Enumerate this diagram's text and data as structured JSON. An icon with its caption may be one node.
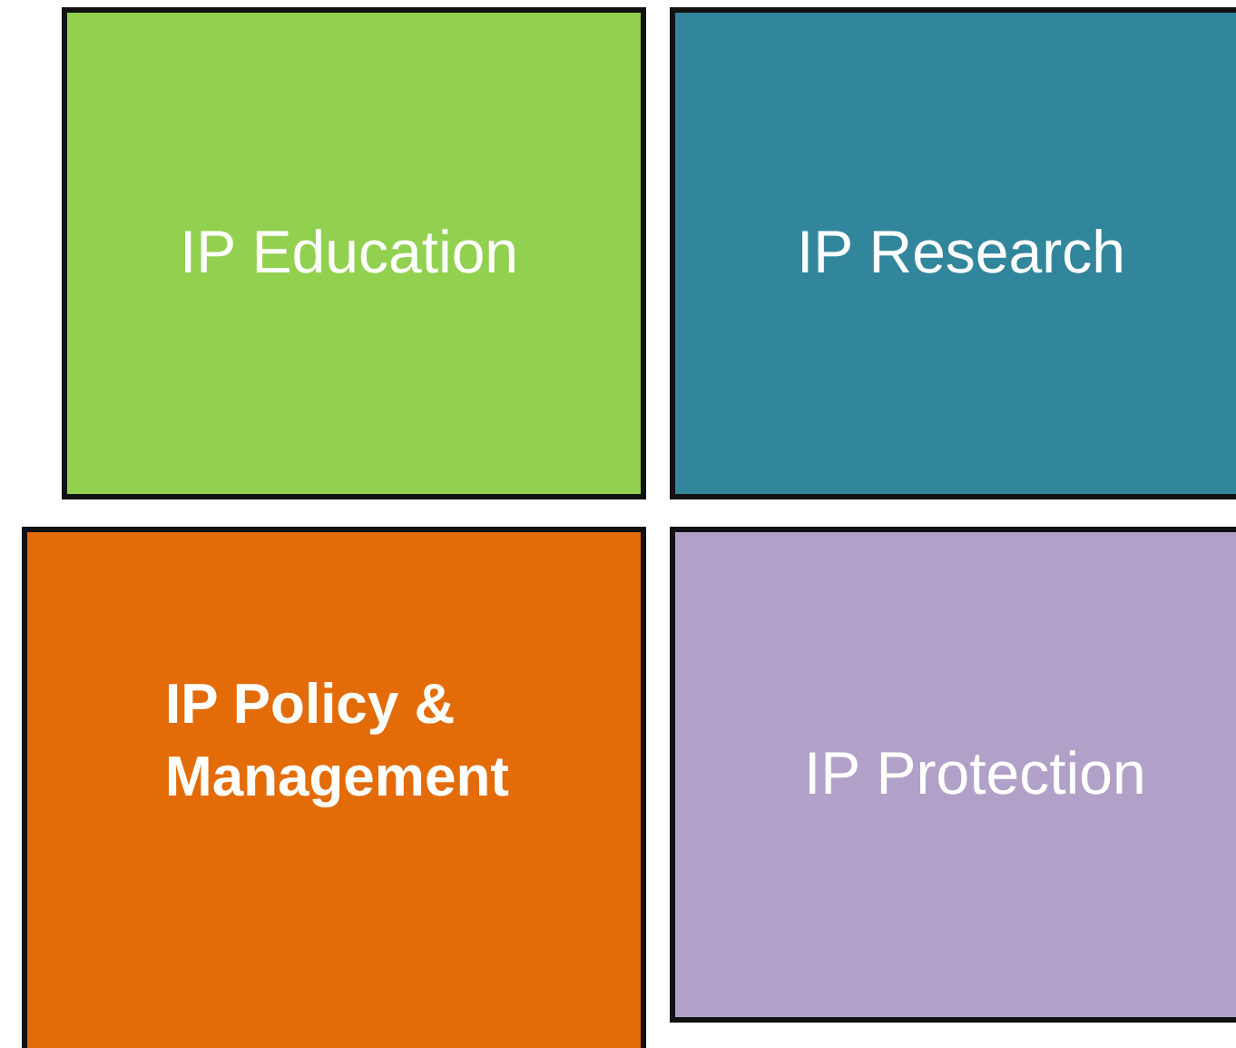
{
  "diagram": {
    "nodes": [
      {
        "text": [
          "IP Education"
        ]
      },
      {
        "text": [
          "IP Research"
        ]
      },
      {
        "text": [
          "IP Policy & Management"
        ]
      },
      {
        "text": [
          "IP Protection"
        ]
      }
    ]
  }
}
